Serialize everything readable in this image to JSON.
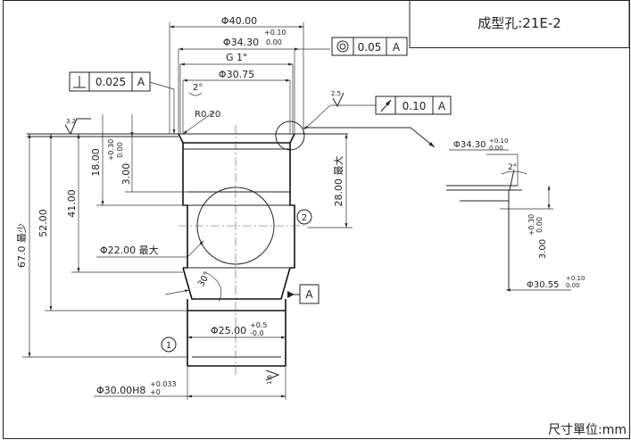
{
  "title": "成型孔:21E-2",
  "unit_note": "尺寸單位:mm",
  "dimensions": {
    "od_40": "Φ40.00",
    "phi_34_30": "Φ34.30",
    "phi_34_30_tol_upper": "+0.10",
    "phi_34_30_tol_lower": "0.00",
    "thread": "G 1\"",
    "phi_30_75": "Φ30.75",
    "angle_2": "2°",
    "radius": "R0.20",
    "length_67": "67.0 最少",
    "length_52": "52.00",
    "length_41": "41.00",
    "length_18": "18.00",
    "depth_3": "3.00",
    "depth_3_tol_upper": "+0.30",
    "depth_3_tol_lower": "0.00",
    "hole_pos_28": "28.00 最大",
    "phi_22": "Φ22.00 最大",
    "angle_30": "30°",
    "phi_25": "Φ25.00",
    "phi_25_tol_upper": "+0.5",
    "phi_25_tol_lower": "-0.0",
    "phi_30_h8": "Φ30.00H8",
    "phi_30_h8_tol_upper": "+0.033",
    "phi_30_h8_tol_lower": "+0"
  },
  "gdt": {
    "concentricity": {
      "symbol": "concentricity-icon",
      "tolerance": "0.05",
      "datum": "A"
    },
    "perpendicularity": {
      "symbol": "perpendicularity-icon",
      "tolerance": "0.025",
      "datum": "A"
    },
    "runout": {
      "symbol": "runout-icon",
      "tolerance": "0.10",
      "datum": "A"
    }
  },
  "surface": {
    "finish_1": "3.2",
    "finish_2": "2.5",
    "finish_3": "1.6"
  },
  "datum": {
    "label": "A"
  },
  "balloons": {
    "b1": "1",
    "b2": "2"
  },
  "detail": {
    "phi_34_30": "Φ34.30",
    "phi_34_30_tol_upper": "+0.10",
    "phi_34_30_tol_lower": "0.00",
    "angle": "2°",
    "depth": "3.00",
    "depth_tol_upper": "+0.30",
    "depth_tol_lower": "0.00",
    "phi_30_55": "Φ30.55",
    "phi_30_55_tol_upper": "+0.10",
    "phi_30_55_tol_lower": "0.00"
  }
}
